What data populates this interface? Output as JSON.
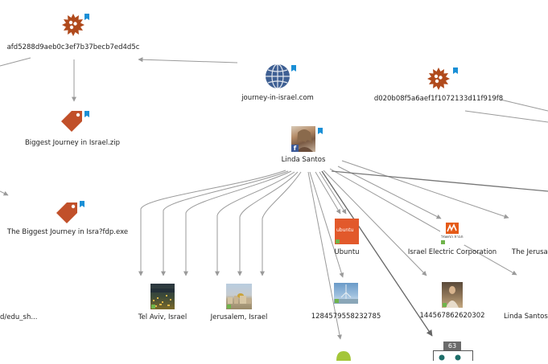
{
  "nodes": {
    "hash1": {
      "label": "afd5288d9aeb0c3ef7b37becb7ed4d5c",
      "icon": "malware-hash-icon"
    },
    "zip": {
      "label": "Biggest Journey in Israel.zip",
      "icon": "file-tag-icon"
    },
    "exe": {
      "label": "The Biggest Journey in Isra?fdp.exe",
      "icon": "file-tag-icon"
    },
    "domain": {
      "label": "journey-in-israel.com",
      "icon": "globe-icon"
    },
    "hash2": {
      "label": "d020b08f5a6aef1f1072133d11f919f8",
      "icon": "malware-hash-icon"
    },
    "person": {
      "label": "Linda Santos",
      "icon": "facebook-icon"
    },
    "edu": {
      "label": "d/edu_sh..."
    },
    "telaviv": {
      "label": "Tel Aviv, Israel"
    },
    "jerusalem": {
      "label": "Jerusalem, Israel"
    },
    "ubuntu": {
      "label": "Ubuntu",
      "logo_text": "ubuntu"
    },
    "iec": {
      "label": "Israel Electric Corporation",
      "logo_text": "חברת החשמל"
    },
    "jerus2": {
      "label": "The Jerusal"
    },
    "id1": {
      "label": "1284579558232785"
    },
    "id2": {
      "label": "144567862620302"
    },
    "person2": {
      "label": "Linda Santos"
    },
    "group": {
      "count": "63"
    }
  },
  "colors": {
    "malware": "#b04a1c",
    "tag": "#c1502a",
    "globe": "#3e5f93",
    "bookmark": "#1a8fd6",
    "ubuntu": "#e2592b",
    "iec": "#e55a17",
    "edge": "#9a9a9a"
  }
}
